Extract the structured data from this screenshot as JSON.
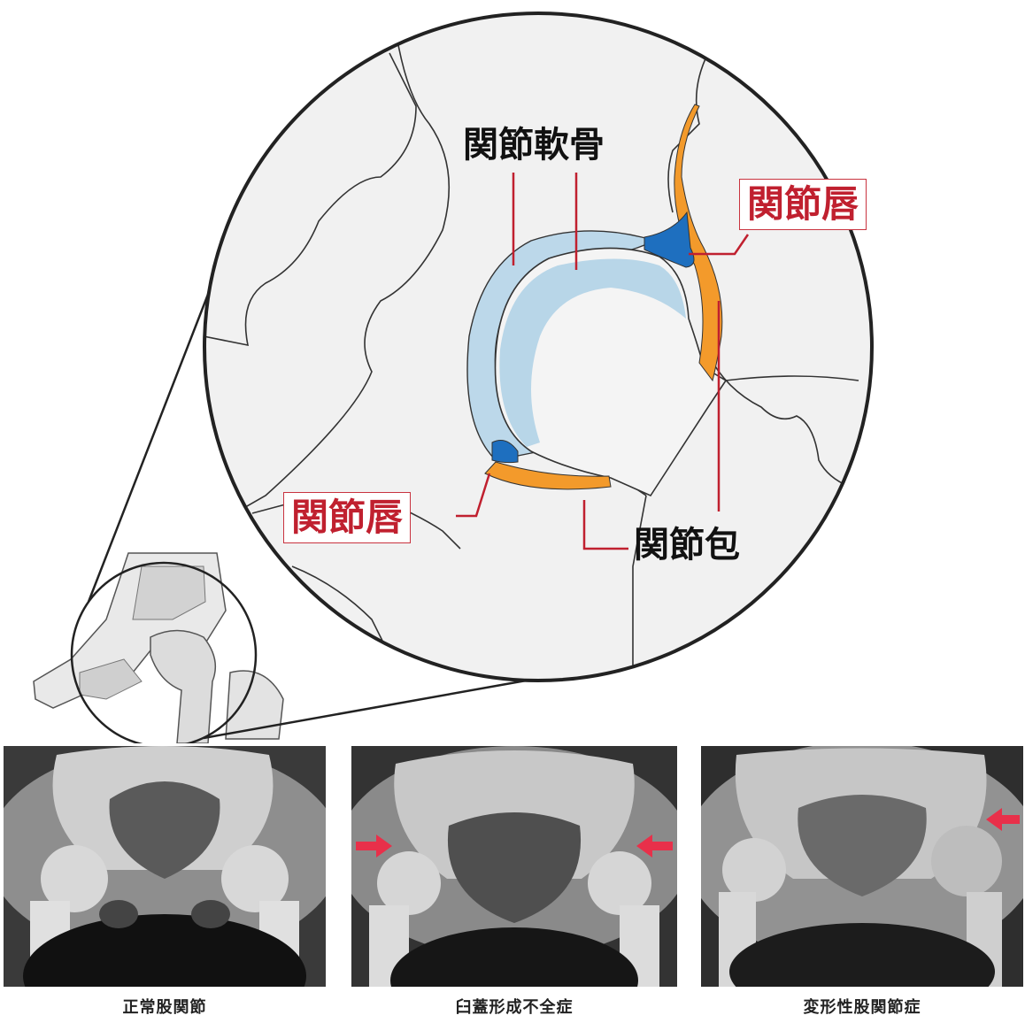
{
  "labels": {
    "cartilage": "関節軟骨",
    "labrum_upper": "関節唇",
    "labrum_lower": "関節唇",
    "capsule": "関節包"
  },
  "xrays": [
    {
      "caption": "正常股関節",
      "arrows": 0
    },
    {
      "caption": "臼蓋形成不全症",
      "arrows": 2
    },
    {
      "caption": "変形性股関節症",
      "arrows": 1
    }
  ],
  "colors": {
    "cartilage": "#b8d6e8",
    "labrum": "#1e6fbf",
    "capsule": "#f39a2b",
    "leader": "#c0202f",
    "bone_fill": "#f1f1f1",
    "arrow": "#e8304a"
  }
}
